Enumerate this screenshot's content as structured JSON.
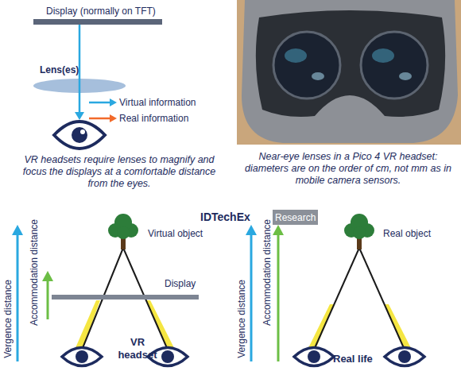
{
  "diagram": {
    "nodes": [
      {
        "text": [
          "Research"
        ]
      }
    ],
    "labels": [
      "Display (normally on TFT)",
      "Lens(es)",
      "VR headsets require lenses to magnify and focus the displays at a comfortable distance from the eyes.",
      "Near-eye lenses in a Pico 4 VR headset: diameters are on the order of cm, not mm as in mobile camera sensors.",
      "IDTechEx",
      "Vergence distance",
      "Accommodation distance",
      "Virtual object",
      "Display",
      "VR headset",
      "Vergence distance",
      "Accommodation distance",
      "Real object",
      "Real life"
    ],
    "legend": [
      {
        "text": "Virtual information"
      },
      {
        "text": "Real information"
      }
    ]
  }
}
